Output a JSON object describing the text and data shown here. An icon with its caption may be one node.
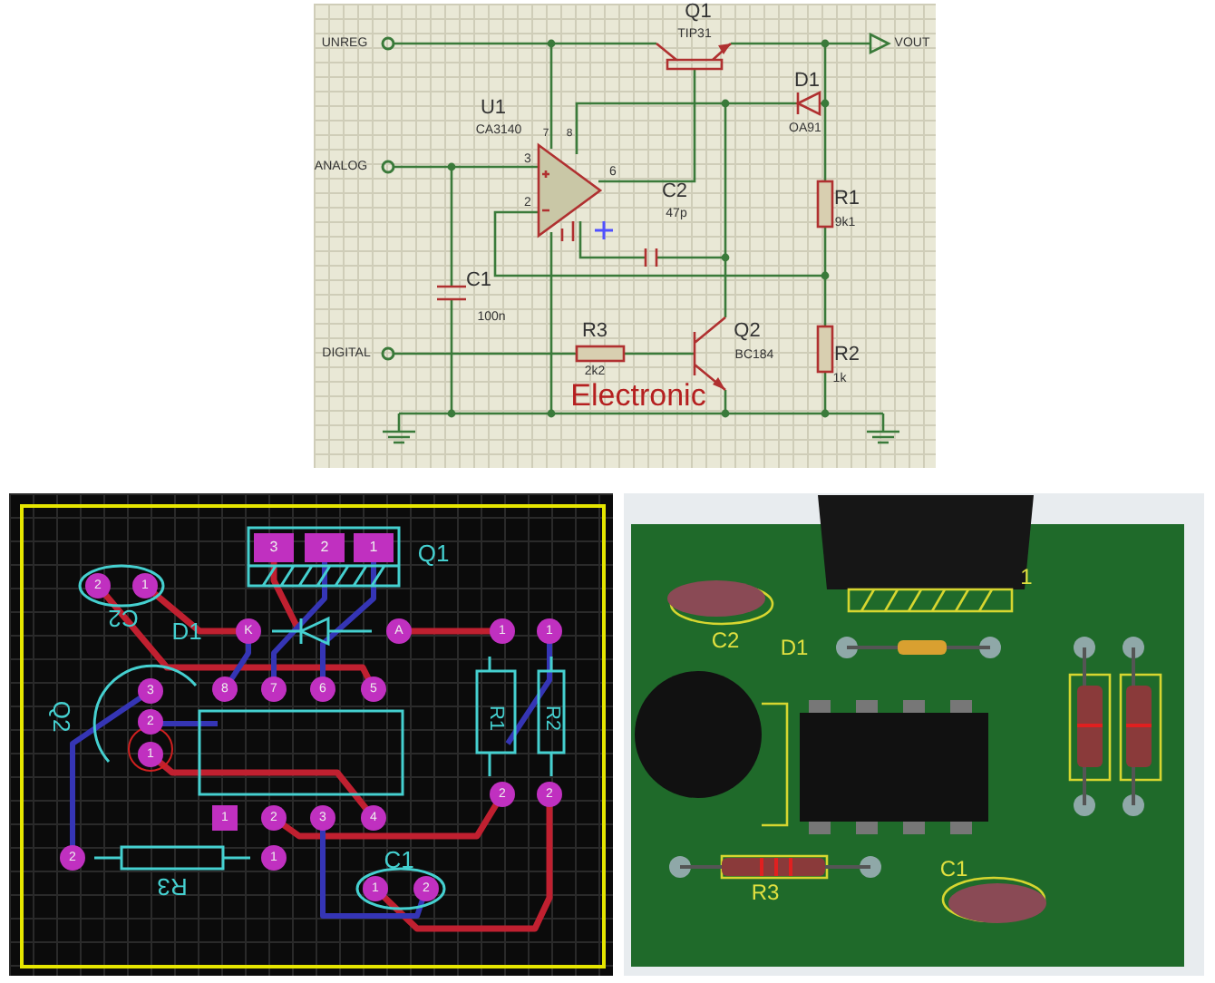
{
  "diagram": {
    "labels": [
      "UNREG",
      "Q1",
      "TIP31",
      "VOUT",
      "D1",
      "U1",
      "CA3140",
      "OA91",
      "7",
      "8",
      "3",
      "2",
      "6",
      "ANALOG",
      "C2",
      "47p",
      "R1",
      "9k1",
      "C1",
      "100n",
      "DIGITAL",
      "R3",
      "2k2",
      "Q2",
      "BC184",
      "R2",
      "1k",
      "Electronic",
      "3",
      "2",
      "1",
      "Q1",
      "2",
      "1",
      "C2",
      "D1",
      "K",
      "A",
      "1",
      "1",
      "3",
      "8",
      "7",
      "6",
      "5",
      "2",
      "1",
      "Q2",
      "R1",
      "R2",
      "1",
      "2",
      "3",
      "4",
      "2",
      "2",
      "2",
      "1",
      "R3",
      "C1",
      "1",
      "2",
      "1",
      "C2",
      "D1",
      "R3",
      "C1"
    ]
  }
}
